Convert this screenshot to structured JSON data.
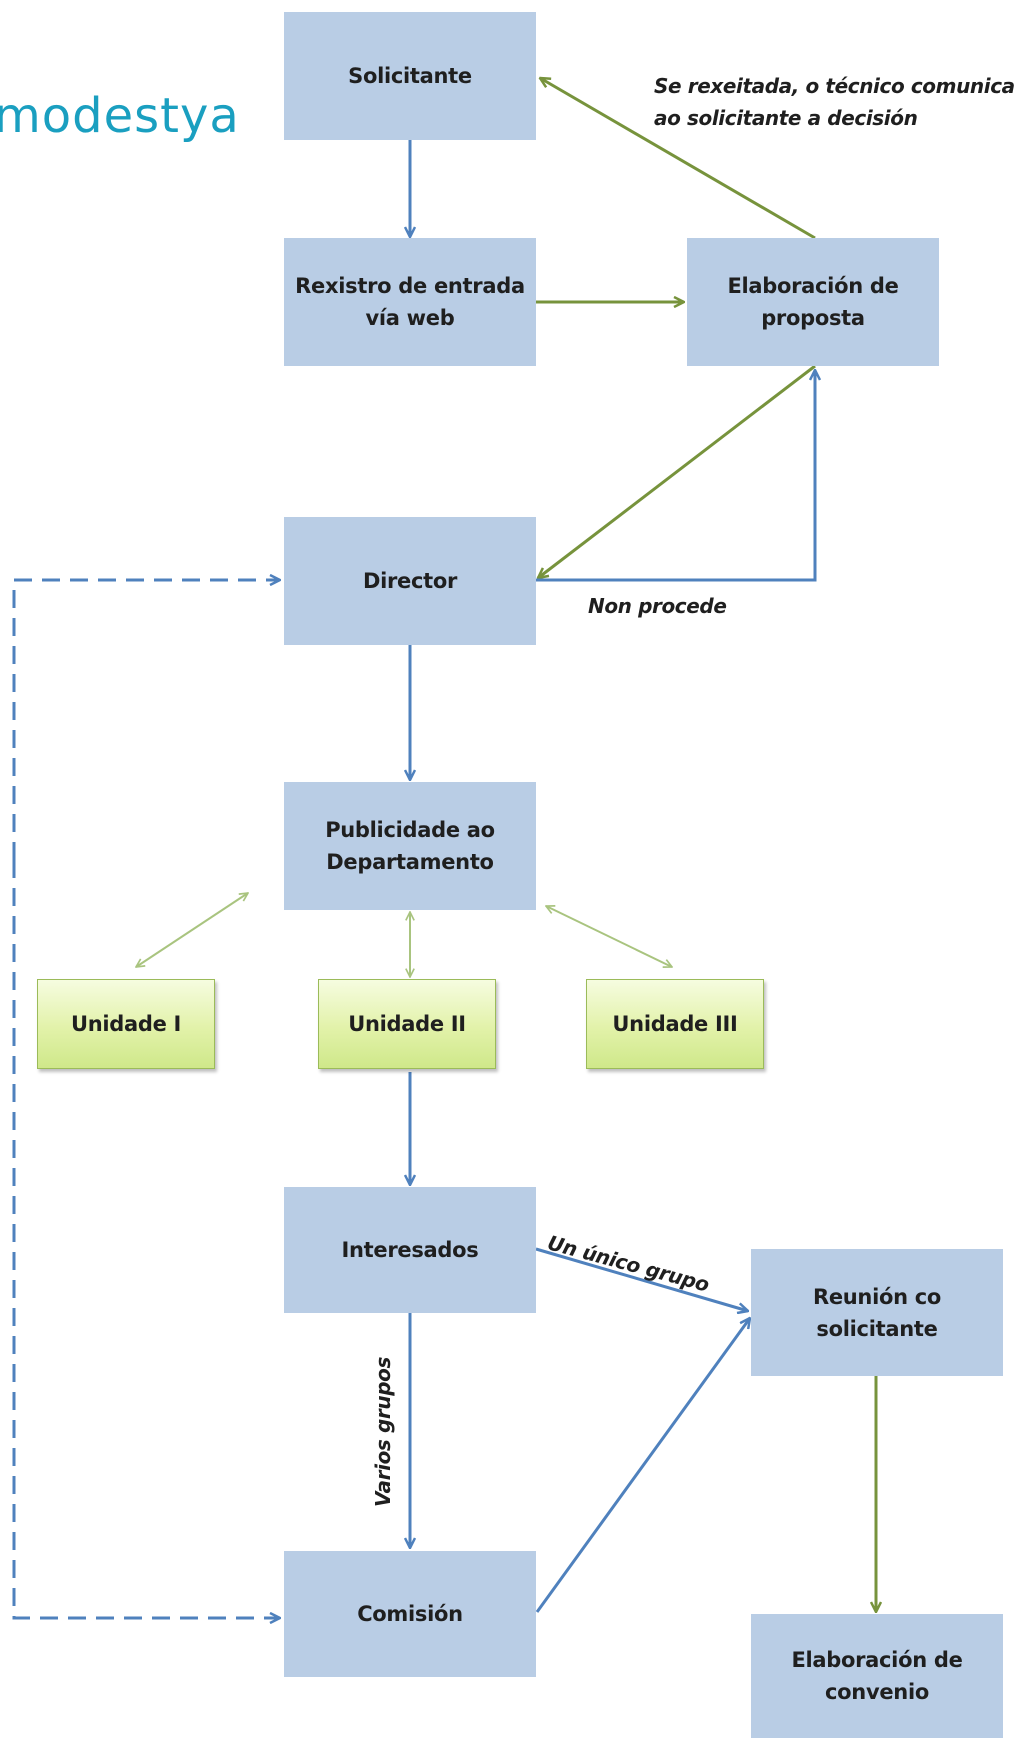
{
  "logo": {
    "text": "modestya",
    "color": "#1a9fc0"
  },
  "nodes": {
    "solicitante": "Solicitante",
    "rexistro": "Rexistro de entrada\nvía web",
    "elaboracion_proposta": "Elaboración de\nproposta",
    "director": "Director",
    "publicidade": "Publicidade ao\nDepartamento",
    "unidade_1": "Unidade I",
    "unidade_2": "Unidade II",
    "unidade_3": "Unidade III",
    "interesados": "Interesados",
    "reunion": "Reunión co\nsolicitante",
    "comision": "Comisión",
    "elaboracion_convenio": "Elaboración de\nconvenio"
  },
  "labels": {
    "rexeitada_line1": "Se rexeitada, o técnico comunica",
    "rexeitada_line2": "ao solicitante a decisión",
    "non_procede": "Non procede",
    "unico_grupo": "Un único grupo",
    "varios_grupos": "Varios grupos"
  },
  "colors": {
    "box_fill": "#b9cde5",
    "unit_border": "#9bbb59",
    "blue_arrow": "#4f81bd",
    "green_arrow": "#77933c"
  }
}
